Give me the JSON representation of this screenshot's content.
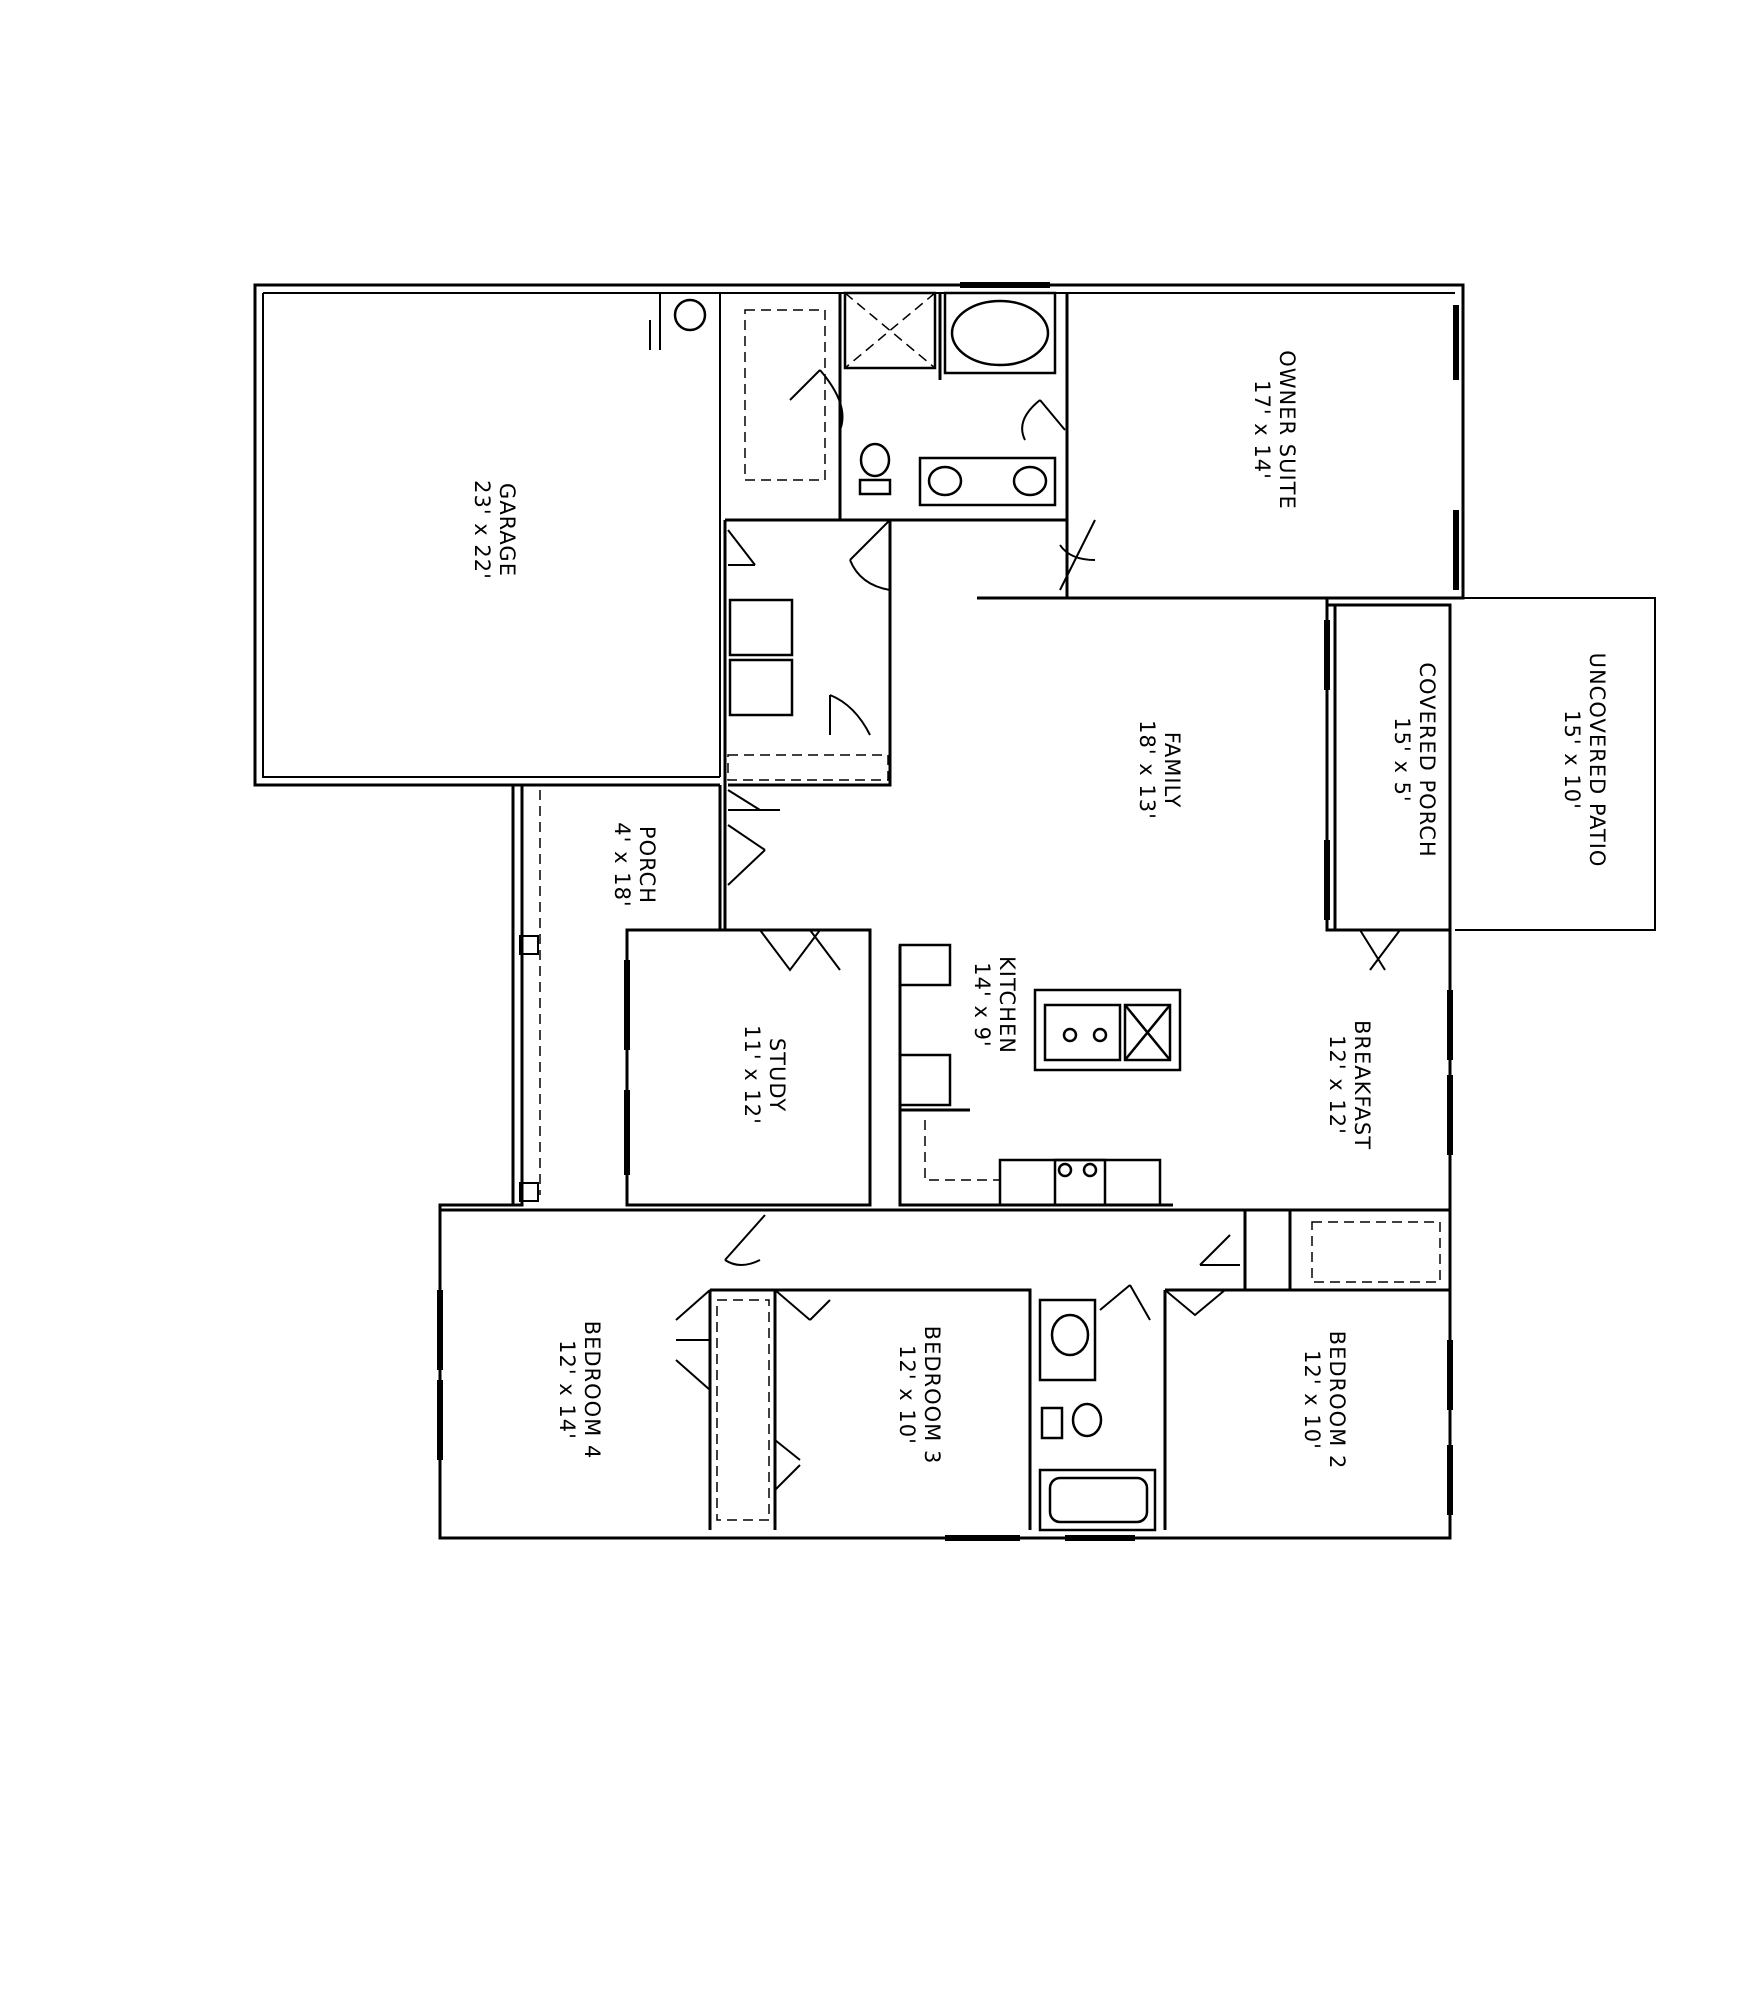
{
  "floor_plan": {
    "rooms": {
      "garage": {
        "name": "GARAGE",
        "dims": "23' x 22'"
      },
      "owner_suite": {
        "name": "OWNER SUITE",
        "dims": "17' x 14'"
      },
      "family": {
        "name": "FAMILY",
        "dims": "18' x 13'"
      },
      "covered_porch": {
        "name": "COVERED PORCH",
        "dims": "15' x 5'"
      },
      "uncovered_patio": {
        "name": "UNCOVERED PATIO",
        "dims": "15' x 10'"
      },
      "porch": {
        "name": "PORCH",
        "dims": "4' x 18'"
      },
      "kitchen": {
        "name": "KITCHEN",
        "dims": "14' x 9'"
      },
      "study": {
        "name": "STUDY",
        "dims": "11' x 12'"
      },
      "breakfast": {
        "name": "BREAKFAST",
        "dims": "12' x 12'"
      },
      "bedroom4": {
        "name": "BEDROOM 4",
        "dims": "12' x 14'"
      },
      "bedroom3": {
        "name": "BEDROOM 3",
        "dims": "12' x 10'"
      },
      "bedroom2": {
        "name": "BEDROOM 2",
        "dims": "12' x 10'"
      }
    }
  }
}
